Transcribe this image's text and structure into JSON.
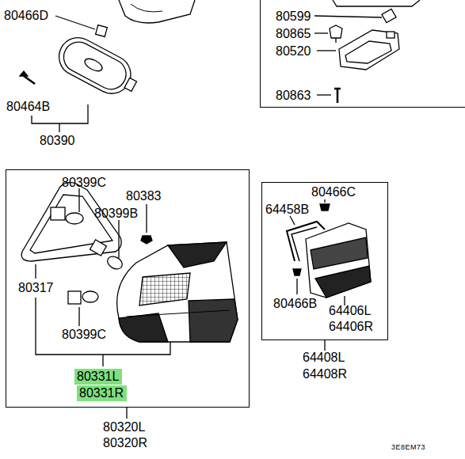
{
  "diagram": {
    "nodes": [
      {
        "text": [
          "80599",
          "80865",
          "80520",
          "80863"
        ]
      },
      {
        "text": [
          "80399C",
          "80383",
          "80399B",
          "80317",
          "80399C"
        ]
      },
      {
        "text": [
          "80466C",
          "64458B",
          "80466B",
          "64406L",
          "64406R"
        ]
      },
      {
        "text": [
          "80331L"
        ],
        "in": 1
      },
      {
        "text": [
          "80331R"
        ],
        "in": 1
      }
    ],
    "labels": [
      "80466D",
      "80464B",
      "80390",
      "80320L",
      "80320R",
      "64408L",
      "64408R",
      "3E8EM73"
    ]
  }
}
